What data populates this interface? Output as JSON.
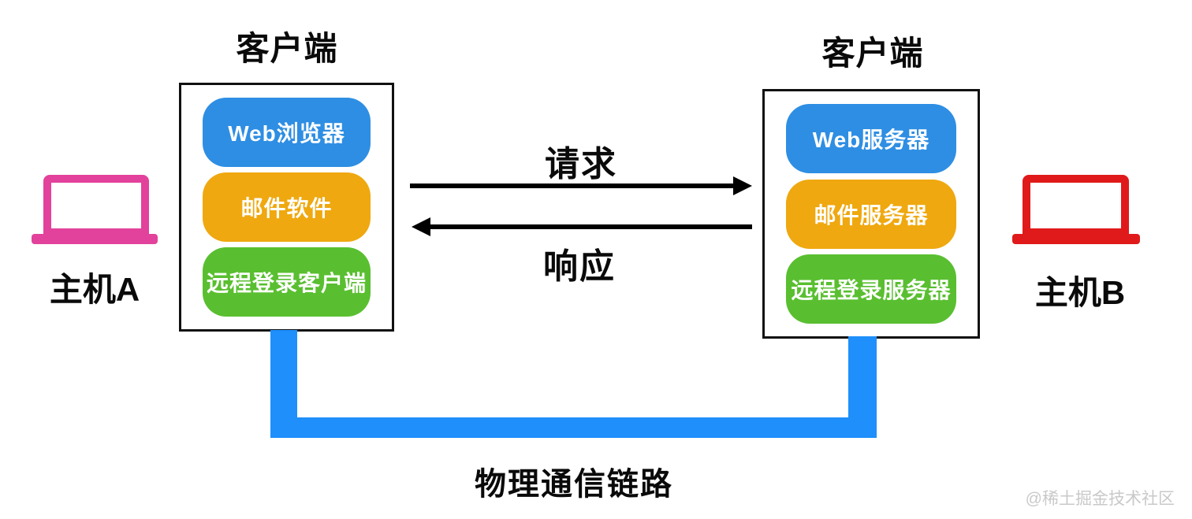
{
  "diagram": {
    "left_client": {
      "title": "客户端",
      "apps": [
        {
          "label": "Web浏览器",
          "color": "#2E8EE3"
        },
        {
          "label": "邮件软件",
          "color": "#EFA80F"
        },
        {
          "label": "远程登录客户端",
          "color": "#59BF30"
        }
      ]
    },
    "right_client": {
      "title": "客户端",
      "apps": [
        {
          "label": "Web服务器",
          "color": "#2E8EE3"
        },
        {
          "label": "邮件服务器",
          "color": "#EFA80F"
        },
        {
          "label": "远程登录服务器",
          "color": "#59BF30"
        }
      ]
    },
    "host_a": {
      "label": "主机A",
      "color": "#E2429B"
    },
    "host_b": {
      "label": "主机B",
      "color": "#E01A1A"
    },
    "request_label": "请求",
    "response_label": "响应",
    "link_label": "物理通信链路",
    "link_color": "#1E8FFB",
    "arrow_color": "#000000"
  },
  "watermark": "@稀土掘金技术社区"
}
